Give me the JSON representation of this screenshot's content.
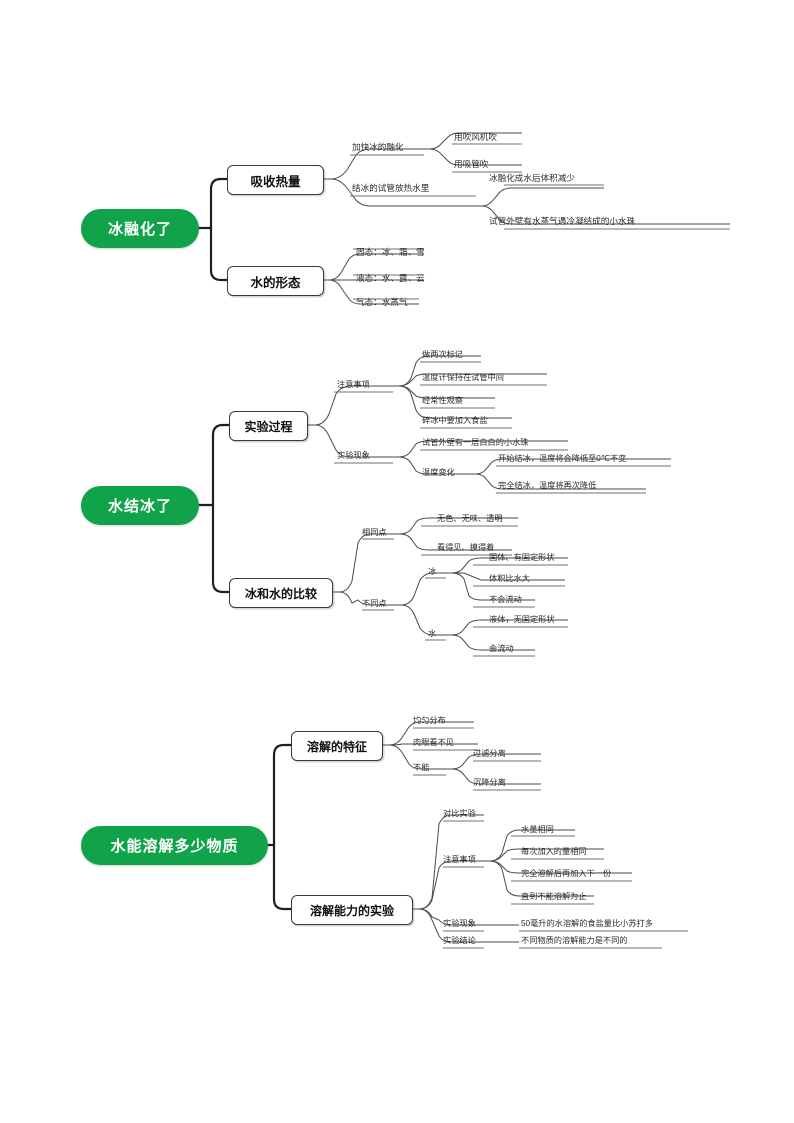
{
  "document": {
    "type": "mind-map-worksheet",
    "page_background": "#ffffff",
    "root_color": "#11a349",
    "node_border_color": "#3a3a3a",
    "wire_color": "#4a4a4a",
    "maps_count": 3
  },
  "maps": [
    {
      "id": "map-ice-melting",
      "root": "冰融化了",
      "branches": [
        {
          "id": "branch-absorb-heat",
          "title": "吸收热量",
          "groups": [
            {
              "label": "加快冰的融化",
              "items": [
                "用吹风机吹",
                "用吸管吹"
              ]
            },
            {
              "label": "结冰的试管放热水里",
              "items": [
                "冰融化成水后体积减少",
                "试管外壁有水蒸气遇冷凝结成的小水珠"
              ]
            }
          ]
        },
        {
          "id": "branch-water-forms",
          "title": "水的形态",
          "groups": [
            {
              "label": "",
              "items": [
                "固态：冰、霜、雪",
                "液态：水、露、云",
                "气态：水蒸气"
              ]
            }
          ]
        }
      ]
    },
    {
      "id": "map-water-freezing",
      "root": "水结冰了",
      "branches": [
        {
          "id": "branch-experiment-process",
          "title": "实验过程",
          "groups": [
            {
              "label": "注意事项",
              "items": [
                "做两次标记",
                "温度计保持在试管中间",
                "经常性观察",
                "碎冰中要加入食盐"
              ]
            },
            {
              "label": "实验现象",
              "items": [
                "试管外壁有一层白白的小水珠"
              ],
              "subgroups": [
                {
                  "label": "温度变化",
                  "items": [
                    "开始结冰，温度将会降低至0℃不变",
                    "完全结冰，温度将再次降低"
                  ]
                }
              ]
            }
          ]
        },
        {
          "id": "branch-ice-water-comparison",
          "title": "冰和水的比较",
          "groups": [
            {
              "label": "相同点",
              "items": [
                "无色、无味、透明",
                "看得见、摸得着"
              ]
            },
            {
              "label": "不同点",
              "items": [],
              "subgroups": [
                {
                  "label": "冰",
                  "items": [
                    "固体、有固定形状",
                    "体积比水大",
                    "不会流动"
                  ]
                },
                {
                  "label": "水",
                  "items": [
                    "液体，无固定形状",
                    "会流动"
                  ]
                }
              ]
            }
          ]
        }
      ]
    },
    {
      "id": "map-dissolving-capacity",
      "root": "水能溶解多少物质",
      "branches": [
        {
          "id": "branch-dissolve-features",
          "title": "溶解的特征",
          "groups": [
            {
              "label": "",
              "items": [
                "均匀分布",
                "肉眼看不见"
              ]
            },
            {
              "label": "不能",
              "items": [
                "过滤分离",
                "沉降分离"
              ]
            }
          ]
        },
        {
          "id": "branch-dissolve-experiment",
          "title": "溶解能力的实验",
          "groups": [
            {
              "label": "",
              "items": [
                "对比实验"
              ]
            },
            {
              "label": "注意事项",
              "items": [
                "水量相同",
                "每次加入的量相同",
                "完全溶解后再加入下一份",
                "直到不能溶解为止"
              ]
            },
            {
              "label": "实验现象",
              "items": [
                "50毫升的水溶解的食盐量比小苏打多"
              ]
            },
            {
              "label": "实验结论",
              "items": [
                "不同物质的溶解能力是不同的"
              ]
            }
          ]
        }
      ]
    }
  ]
}
